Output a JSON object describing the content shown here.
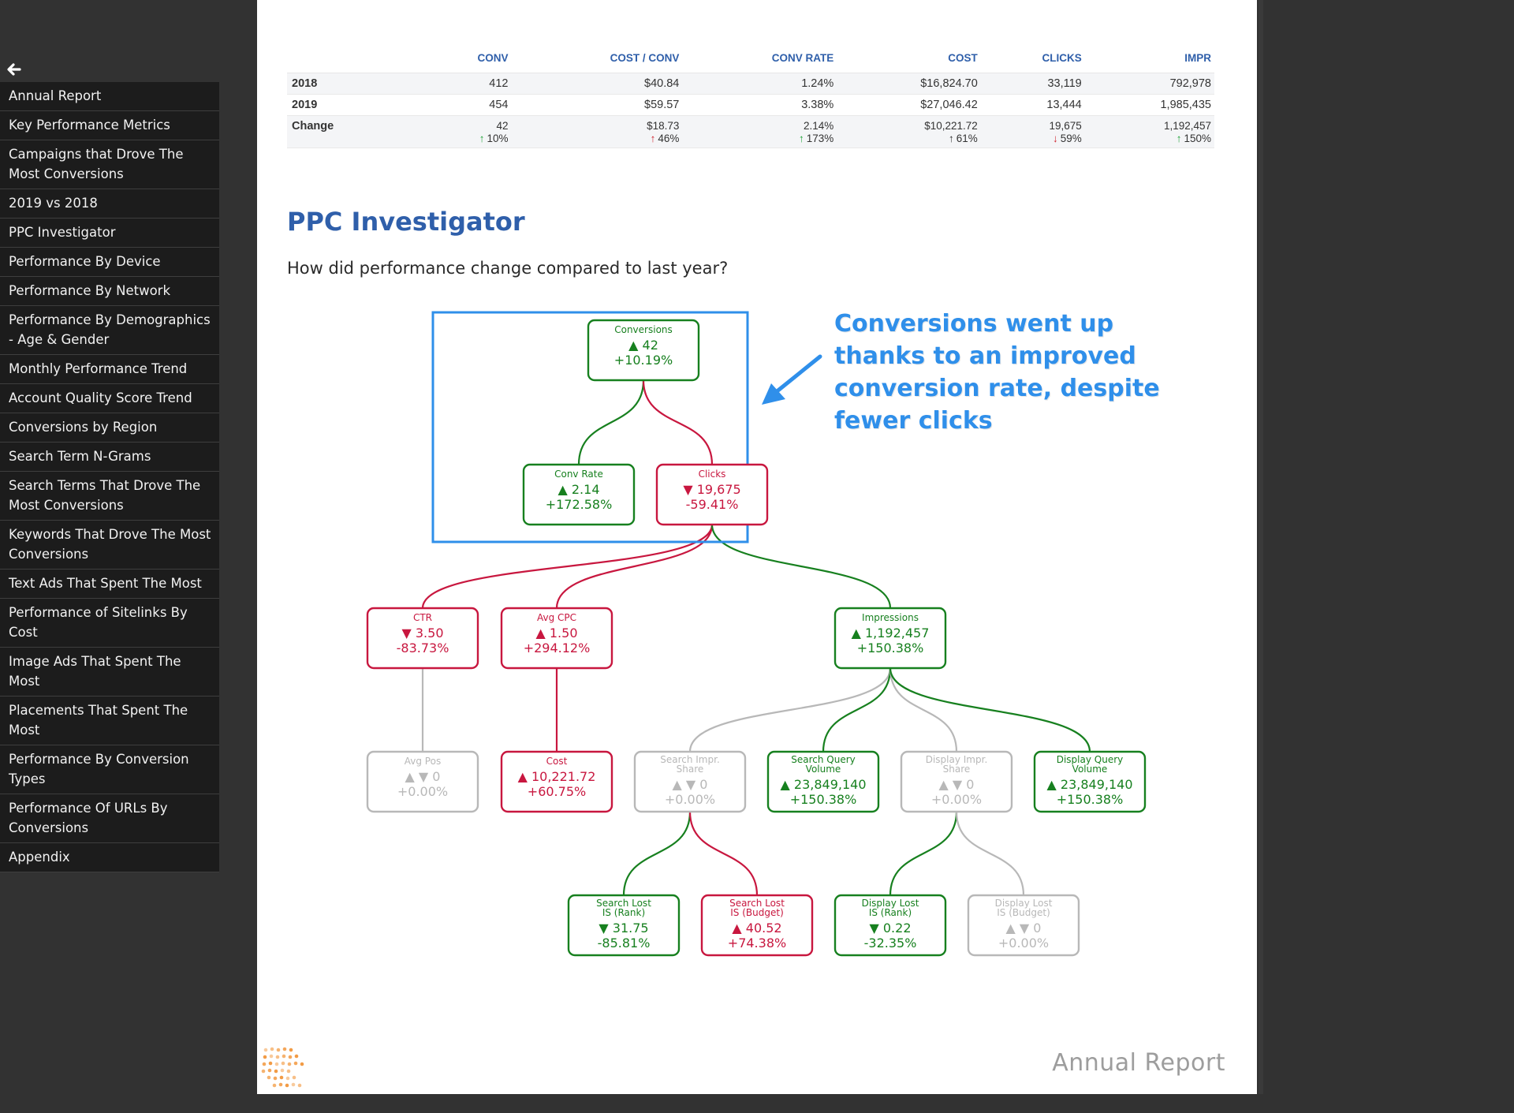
{
  "sidebar": {
    "items": [
      "Annual Report",
      "Key Performance Metrics",
      "Campaigns that Drove The Most Conversions",
      "2019 vs 2018",
      "PPC Investigator",
      "Performance By Device",
      "Performance By Network",
      "Performance By Demographics - Age & Gender",
      "Monthly Performance Trend",
      "Account Quality Score Trend",
      "Conversions by Region",
      "Search Term N-Grams",
      "Search Terms That Drove The Most Conversions",
      "Keywords That Drove The Most Conversions",
      "Text Ads That Spent The Most",
      "Performance of Sitelinks By Cost",
      "Image Ads That Spent The Most",
      "Placements That Spent The Most",
      "Performance By Conversion Types",
      "Performance Of URLs By Conversions",
      "Appendix"
    ]
  },
  "table": {
    "headers": [
      "CONV",
      "COST / CONV",
      "CONV RATE",
      "COST",
      "CLICKS",
      "IMPR"
    ],
    "rows": [
      {
        "label": "2018",
        "values": [
          "412",
          "$40.84",
          "1.24%",
          "$16,824.70",
          "33,119",
          "792,978"
        ]
      },
      {
        "label": "2019",
        "values": [
          "454",
          "$59.57",
          "3.38%",
          "$27,046.42",
          "13,444",
          "1,985,435"
        ]
      }
    ],
    "change": {
      "label": "Change",
      "values": [
        "42",
        "$18.73",
        "2.14%",
        "$10,221.72",
        "19,675",
        "1,192,457"
      ],
      "pcts": [
        "10%",
        "46%",
        "173%",
        "61%",
        "59%",
        "150%"
      ],
      "arrows": [
        "up-g",
        "up-r",
        "up-g",
        "up-k",
        "dn-r",
        "up-g"
      ]
    }
  },
  "section": {
    "title": "PPC Investigator",
    "subtitle": "How did performance change compared to last year?"
  },
  "tree": {
    "colors": {
      "good": "#17801f",
      "bad": "#c8173f",
      "neutral": "#b8b8b8",
      "highlight": "#2f8fea"
    },
    "nodes": [
      {
        "id": "conversions",
        "label": [
          "Conversions"
        ],
        "value": "▲ 42",
        "pct": "+10.19%",
        "status": "good"
      },
      {
        "id": "conv-rate",
        "label": [
          "Conv Rate"
        ],
        "value": "▲ 2.14",
        "pct": "+172.58%",
        "status": "good"
      },
      {
        "id": "clicks",
        "label": [
          "Clicks"
        ],
        "value": "▼ 19,675",
        "pct": "-59.41%",
        "status": "bad"
      },
      {
        "id": "ctr",
        "label": [
          "CTR"
        ],
        "value": "▼ 3.50",
        "pct": "-83.73%",
        "status": "bad"
      },
      {
        "id": "avg-cpc",
        "label": [
          "Avg CPC"
        ],
        "value": "▲ 1.50",
        "pct": "+294.12%",
        "status": "bad"
      },
      {
        "id": "impressions",
        "label": [
          "Impressions"
        ],
        "value": "▲ 1,192,457",
        "pct": "+150.38%",
        "status": "good"
      },
      {
        "id": "avg-pos",
        "label": [
          "Avg Pos"
        ],
        "value": "▲ ▼ 0",
        "pct": "+0.00%",
        "status": "neutral"
      },
      {
        "id": "cost",
        "label": [
          "Cost"
        ],
        "value": "▲ 10,221.72",
        "pct": "+60.75%",
        "status": "bad"
      },
      {
        "id": "search-impr-share",
        "label": [
          "Search Impr.",
          "Share"
        ],
        "value": "▲ ▼ 0",
        "pct": "+0.00%",
        "status": "neutral"
      },
      {
        "id": "search-query-volume",
        "label": [
          "Search Query",
          "Volume"
        ],
        "value": "▲ 23,849,140",
        "pct": "+150.38%",
        "status": "good"
      },
      {
        "id": "display-impr-share",
        "label": [
          "Display Impr.",
          "Share"
        ],
        "value": "▲ ▼ 0",
        "pct": "+0.00%",
        "status": "neutral"
      },
      {
        "id": "display-query-volume",
        "label": [
          "Display Query",
          "Volume"
        ],
        "value": "▲ 23,849,140",
        "pct": "+150.38%",
        "status": "good"
      },
      {
        "id": "search-lost-rank",
        "label": [
          "Search Lost",
          "IS (Rank)"
        ],
        "value": "▼ 31.75",
        "pct": "-85.81%",
        "status": "good"
      },
      {
        "id": "search-lost-budget",
        "label": [
          "Search Lost",
          "IS (Budget)"
        ],
        "value": "▲ 40.52",
        "pct": "+74.38%",
        "status": "bad"
      },
      {
        "id": "display-lost-rank",
        "label": [
          "Display Lost",
          "IS (Rank)"
        ],
        "value": "▼ 0.22",
        "pct": "-32.35%",
        "status": "good"
      },
      {
        "id": "display-lost-budget",
        "label": [
          "Display Lost",
          "IS (Budget)"
        ],
        "value": "▲ ▼ 0",
        "pct": "+0.00%",
        "status": "neutral"
      }
    ],
    "edges": [
      {
        "from": "conversions",
        "to": "conv-rate",
        "status": "good"
      },
      {
        "from": "conversions",
        "to": "clicks",
        "status": "bad"
      },
      {
        "from": "clicks",
        "to": "ctr",
        "status": "bad"
      },
      {
        "from": "clicks",
        "to": "avg-cpc",
        "status": "bad"
      },
      {
        "from": "clicks",
        "to": "impressions",
        "status": "good"
      },
      {
        "from": "ctr",
        "to": "avg-pos",
        "status": "neutral"
      },
      {
        "from": "avg-cpc",
        "to": "cost",
        "status": "bad"
      },
      {
        "from": "impressions",
        "to": "search-impr-share",
        "status": "neutral"
      },
      {
        "from": "impressions",
        "to": "search-query-volume",
        "status": "good"
      },
      {
        "from": "impressions",
        "to": "display-impr-share",
        "status": "neutral"
      },
      {
        "from": "impressions",
        "to": "display-query-volume",
        "status": "good"
      },
      {
        "from": "search-impr-share",
        "to": "search-lost-rank",
        "status": "good"
      },
      {
        "from": "search-impr-share",
        "to": "search-lost-budget",
        "status": "bad"
      },
      {
        "from": "display-impr-share",
        "to": "display-lost-rank",
        "status": "good"
      },
      {
        "from": "display-impr-share",
        "to": "display-lost-budget",
        "status": "neutral"
      }
    ]
  },
  "callout": {
    "text": "Conversions went up thanks to an improved conversion rate, despite fewer clicks"
  },
  "footer": {
    "label": "Annual Report",
    "accent": "#f08a24"
  }
}
